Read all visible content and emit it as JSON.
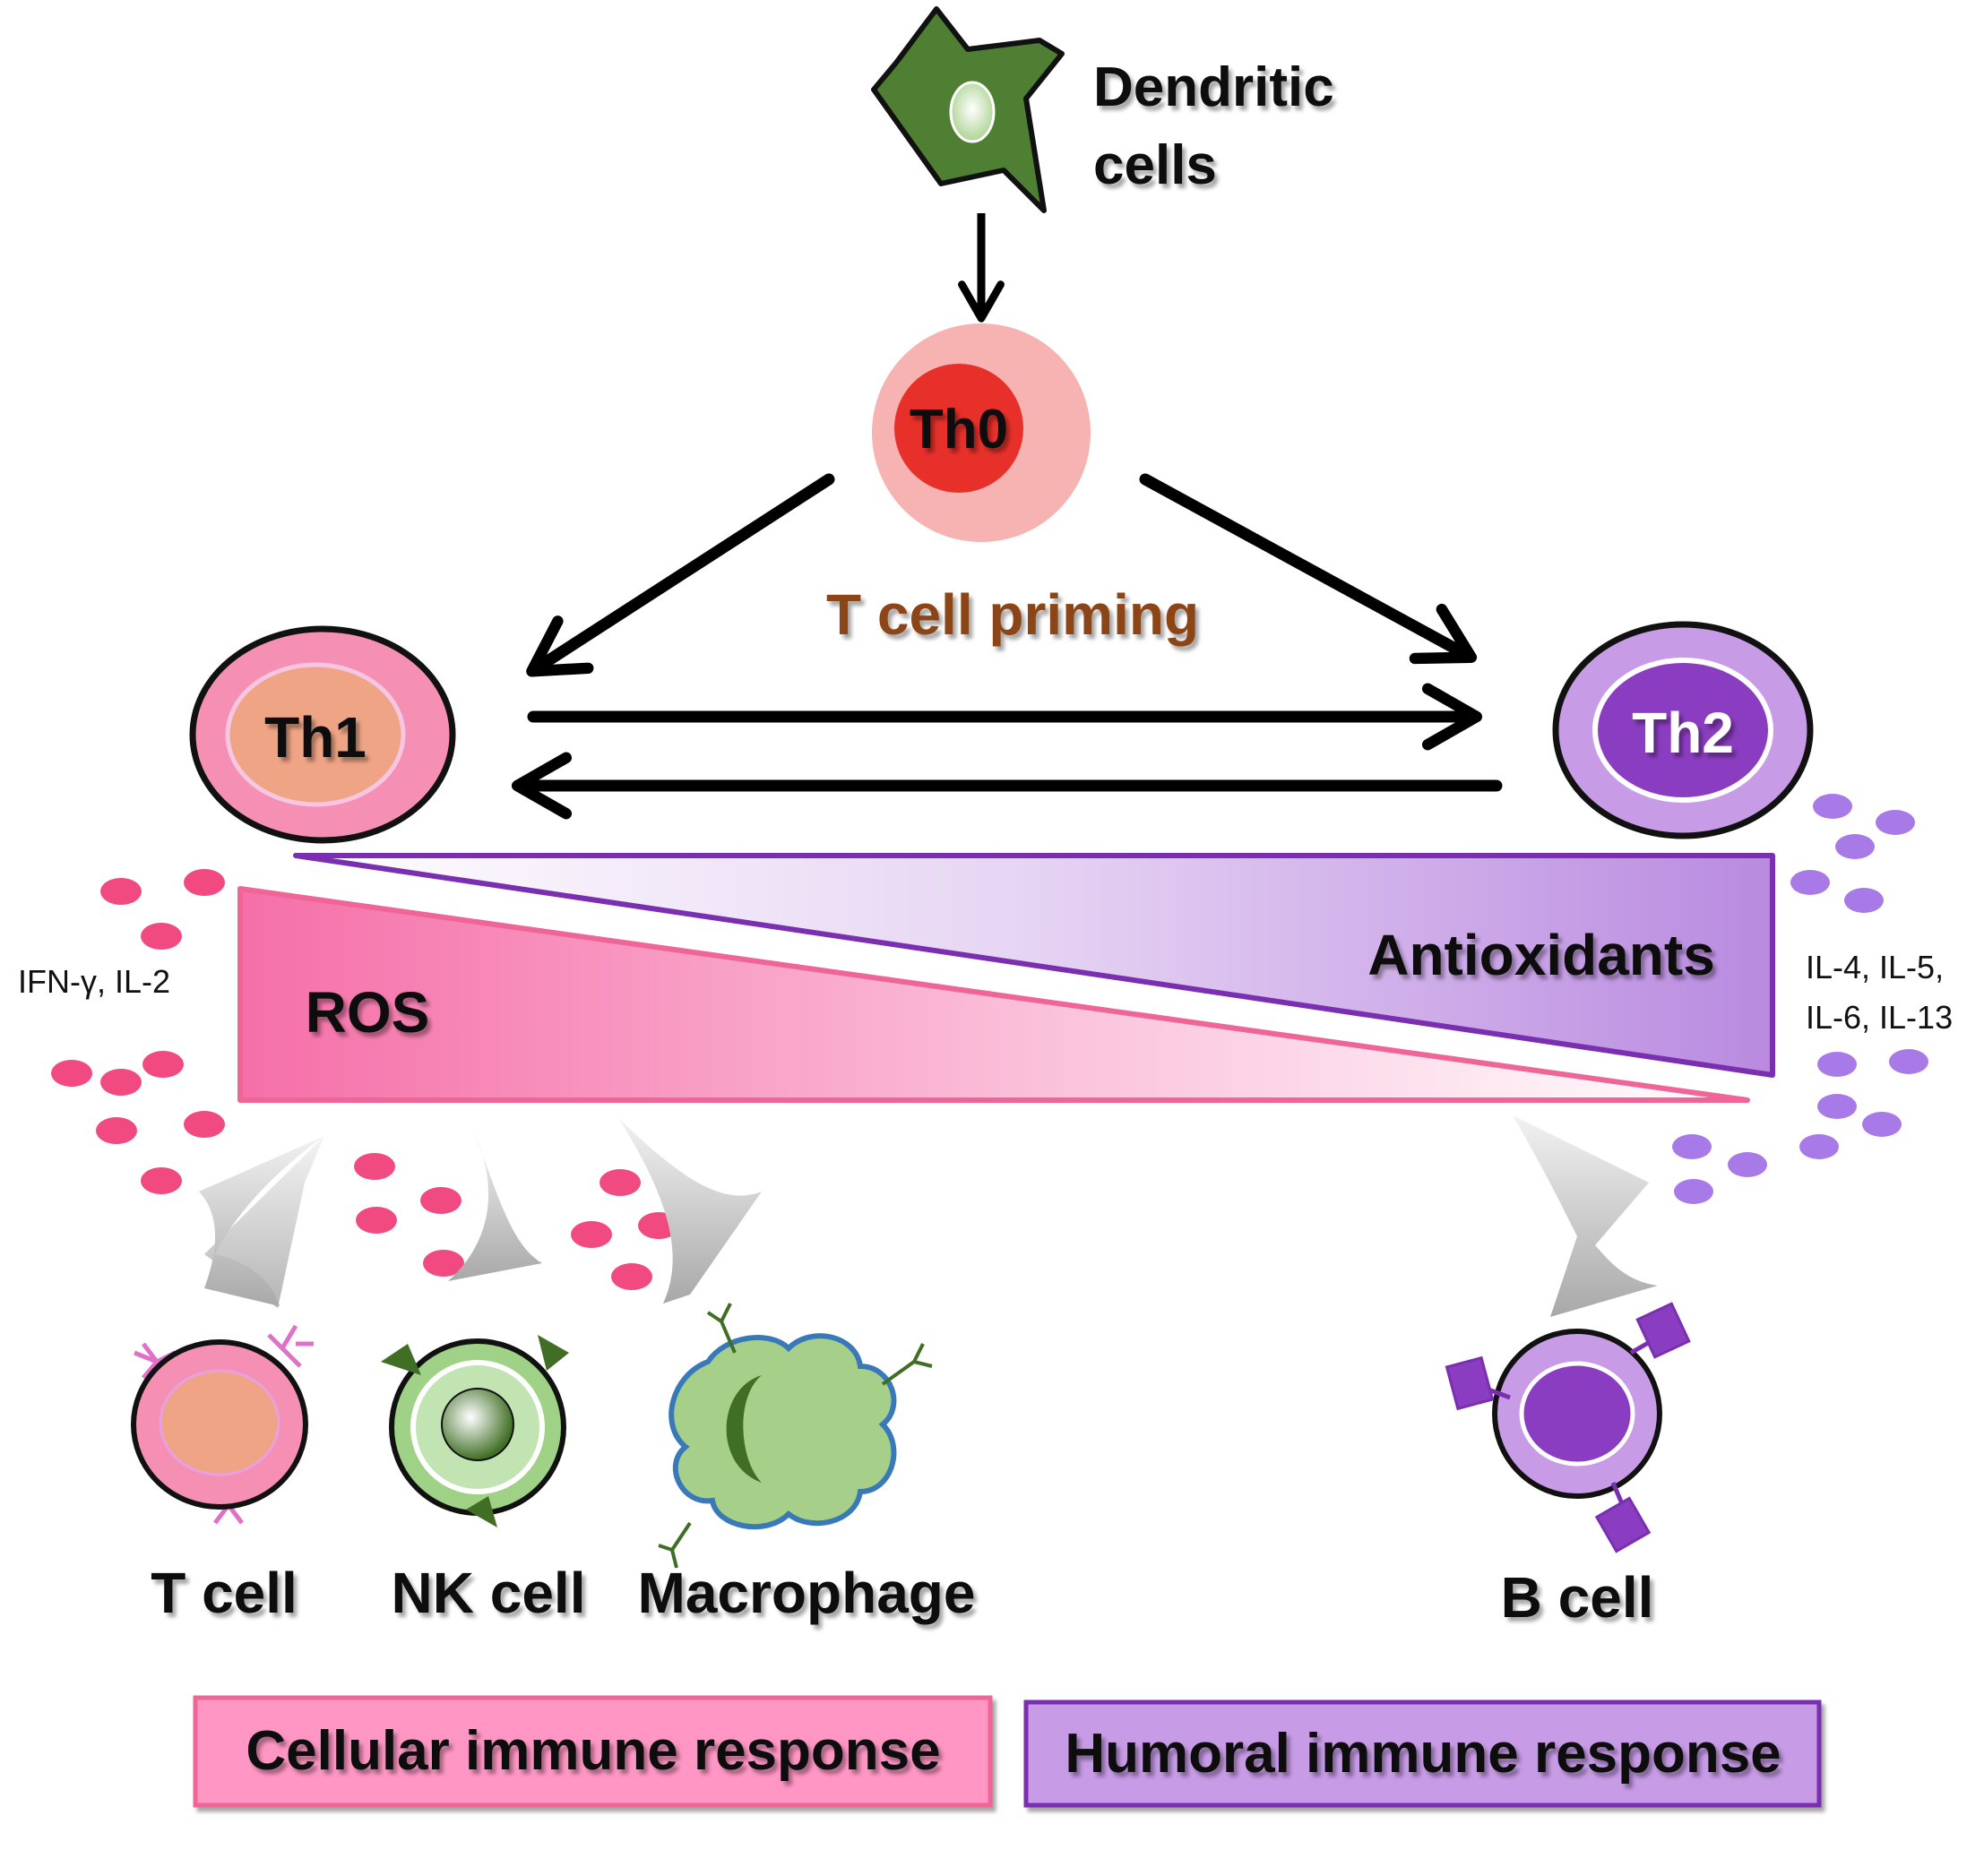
{
  "dendritic": {
    "label_line1": "Dendritic",
    "label_line2": "cells"
  },
  "th0": {
    "label": "Th0"
  },
  "priming": {
    "label": "T cell priming"
  },
  "th1": {
    "label": "Th1"
  },
  "th2": {
    "label": "Th2"
  },
  "gradients": {
    "ros": "ROS",
    "antioxidants": "Antioxidants"
  },
  "cytokines": {
    "th1": "IFN-γ, IL-2",
    "th2_line1": "IL-4, IL-5,",
    "th2_line2": "IL-6, IL-13"
  },
  "effector_cells": {
    "t_cell": "T cell",
    "nk_cell": "NK cell",
    "macrophage": "Macrophage",
    "b_cell": "B cell"
  },
  "responses": {
    "cellular": "Cellular immune response",
    "humoral": "Humoral immune response"
  },
  "colors": {
    "pink": "#f06598",
    "pink_light": "#ff9dc7",
    "purple": "#7a2fb0",
    "purple_light": "#c79be6",
    "green": "#4a7a2c",
    "th0_red": "#e8302a",
    "th1_orange": "#efa585",
    "priming_brown": "#8b4513"
  }
}
